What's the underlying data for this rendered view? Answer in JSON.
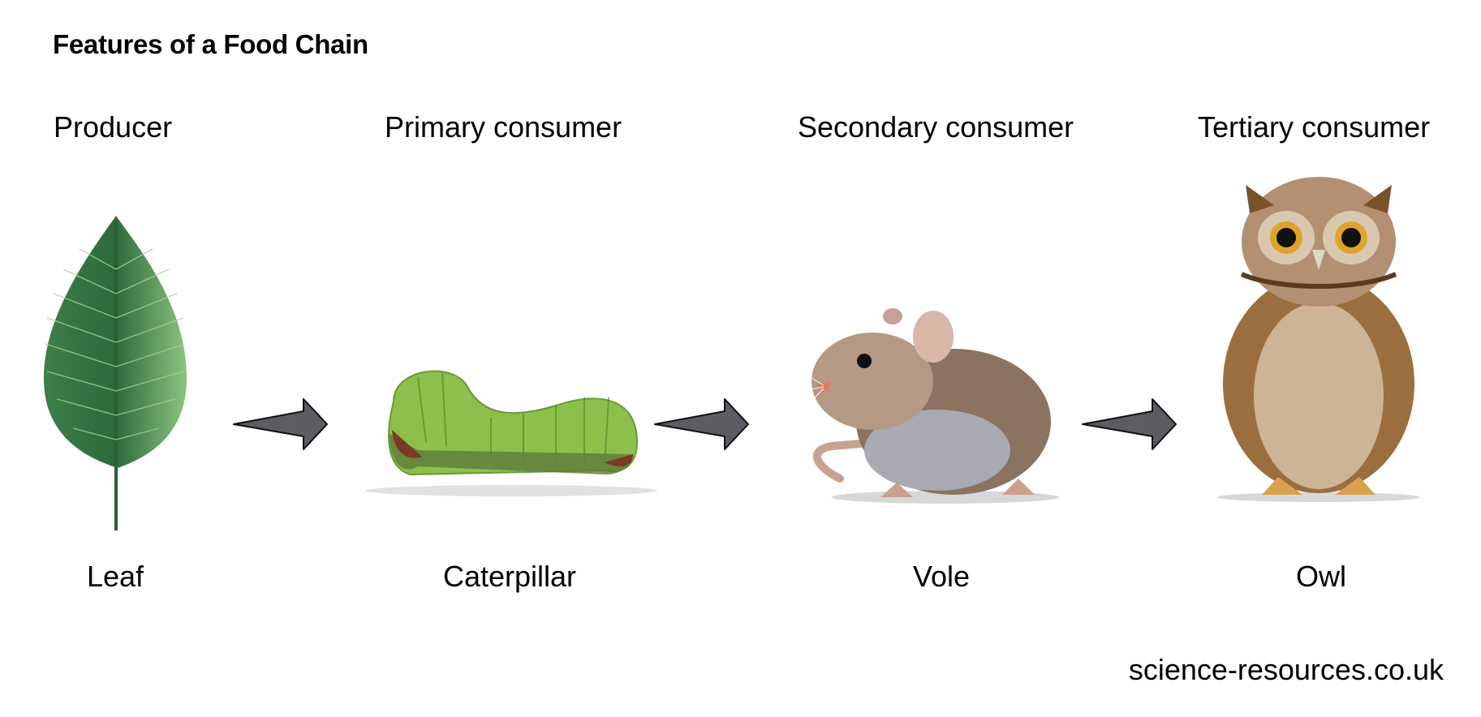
{
  "title": "Features of a Food Chain",
  "stages": [
    {
      "role": "Producer",
      "organism": "Leaf",
      "icon": "leaf-icon"
    },
    {
      "role": "Primary consumer",
      "organism": "Caterpillar",
      "icon": "caterpillar-icon"
    },
    {
      "role": "Secondary consumer",
      "organism": "Vole",
      "icon": "vole-icon"
    },
    {
      "role": "Tertiary consumer",
      "organism": "Owl",
      "icon": "owl-icon"
    }
  ],
  "arrows": [
    {
      "from": "Leaf",
      "to": "Caterpillar",
      "icon": "arrow-right-icon"
    },
    {
      "from": "Caterpillar",
      "to": "Vole",
      "icon": "arrow-right-icon"
    },
    {
      "from": "Vole",
      "to": "Owl",
      "icon": "arrow-right-icon"
    }
  ],
  "colors": {
    "arrow_fill": "#5a5d62",
    "arrow_stroke": "#111111",
    "leaf": "#3f8a4e",
    "caterpillar": "#8cc04a",
    "vole": "#8a7360",
    "owl": "#9a6e3e"
  },
  "footer": "science-resources.co.uk"
}
